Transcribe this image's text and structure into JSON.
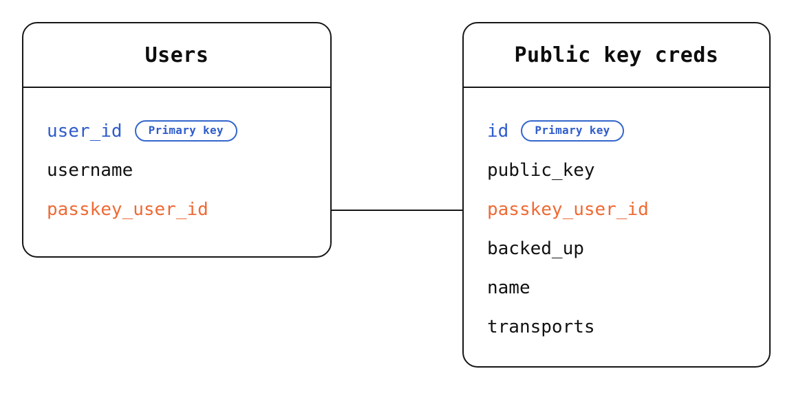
{
  "diagram": {
    "type": "entity-relationship",
    "background_color": "#ffffff",
    "colors": {
      "border": "#151515",
      "text": "#111111",
      "primary_key": "#2f5ccb",
      "foreign_key": "#ee6a35",
      "badge_border": "#3366cc"
    }
  },
  "entities": [
    {
      "title": "Users",
      "fields": [
        {
          "name": "user_id",
          "badge": "Primary key",
          "role": "primary_key"
        },
        {
          "name": "username",
          "badge": null,
          "role": "plain"
        },
        {
          "name": "passkey_user_id",
          "badge": null,
          "role": "foreign_key"
        }
      ]
    },
    {
      "title": "Public key creds",
      "fields": [
        {
          "name": "id",
          "badge": "Primary key",
          "role": "primary_key"
        },
        {
          "name": "public_key",
          "badge": null,
          "role": "plain"
        },
        {
          "name": "passkey_user_id",
          "badge": null,
          "role": "foreign_key"
        },
        {
          "name": "backed_up",
          "badge": null,
          "role": "plain"
        },
        {
          "name": "name",
          "badge": null,
          "role": "plain"
        },
        {
          "name": "transports",
          "badge": null,
          "role": "plain"
        }
      ]
    }
  ],
  "relationship": {
    "from_entity": "Users",
    "from_field": "passkey_user_id",
    "to_entity": "Public key creds",
    "to_field": "passkey_user_id",
    "style": "straight-line"
  }
}
